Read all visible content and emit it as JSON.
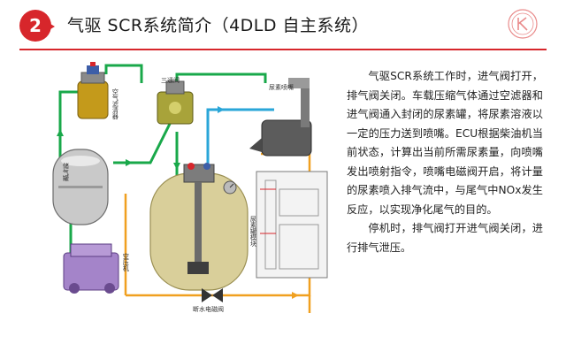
{
  "header": {
    "badge_number": "2",
    "title": "气驱 SCR系统简介（4DLD 自主系统）"
  },
  "diagram": {
    "labels": {
      "air_filter": "空气滤清器",
      "three_way_valve": "三通阀",
      "nozzle": "尿素喷嘴",
      "air_tank": "储气罐",
      "urea_tank": "尿素罐模块",
      "compressor": "空压机",
      "shutoff_valve": "断水电磁阀"
    },
    "colors": {
      "green_line": "#19a84a",
      "blue_line": "#2aa6d8",
      "orange_line": "#f0a020",
      "tank": "#d9cf9a"
    }
  },
  "text": {
    "paragraph1": "气驱SCR系统工作时，进气阀打开，排气阀关闭。车载压缩气体通过空滤器和进气阀通入封闭的尿素罐，将尿素溶液以一定的压力送到喷嘴。ECU根据柴油机当前状态，计算出当前所需尿素量，向喷嘴发出喷射指令，喷嘴电磁阀开启，将计量的尿素喷入排气流中，与尾气中NOx发生反应，以实现净化尾气的目的。",
    "paragraph2": "停机时，排气阀打开进气阀关闭，进行排气泄压。"
  }
}
